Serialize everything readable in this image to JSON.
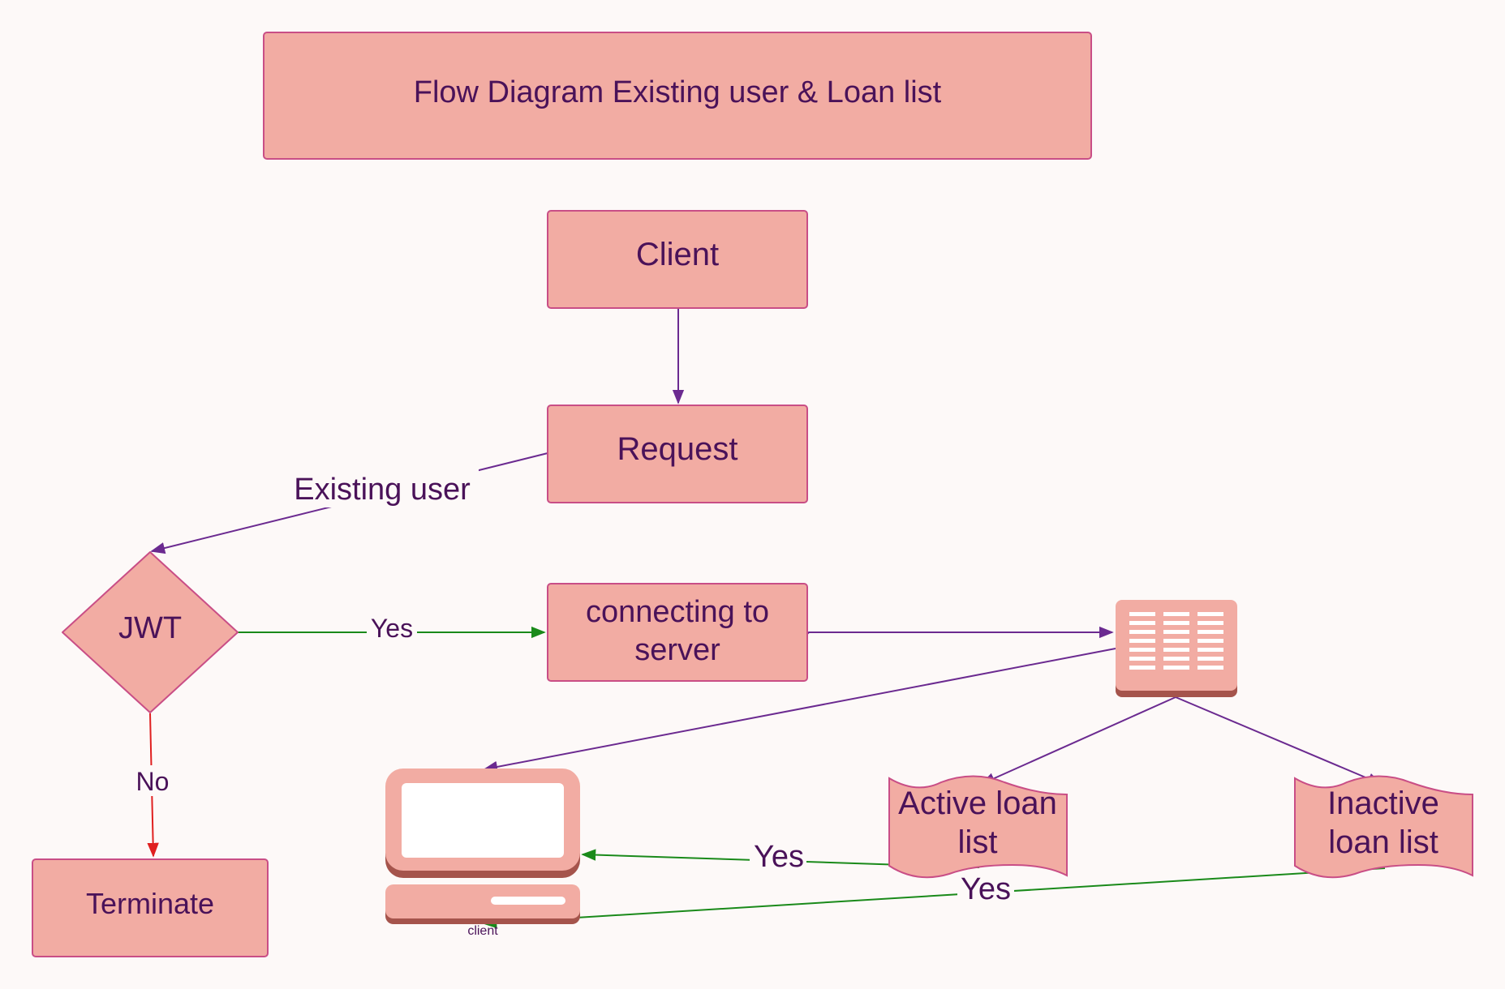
{
  "title": "Flow Diagram Existing user & Loan list",
  "nodes": {
    "client": "Client",
    "request": "Request",
    "jwt": "JWT",
    "connecting_line1": "connecting to",
    "connecting_line2": "server",
    "terminate": "Terminate",
    "active_line1": "Active loan",
    "active_line2": "list",
    "inactive_line1": "Inactive",
    "inactive_line2": "loan list",
    "computer_caption": "client"
  },
  "edge_labels": {
    "existing_user": "Existing user",
    "jwt_yes": "Yes",
    "jwt_no": "No",
    "active_yes": "Yes",
    "inactive_yes": "Yes"
  },
  "colors": {
    "background": "#fdf9f8",
    "node_fill": "#f2aca3",
    "node_stroke": "#c94e86",
    "text": "#4a1259",
    "edge_default": "#6b2a90",
    "edge_yes": "#1a8a1a",
    "edge_no": "#e02020",
    "icon_dark": "#a5544c"
  },
  "icons": [
    "server-icon",
    "computer-icon"
  ]
}
